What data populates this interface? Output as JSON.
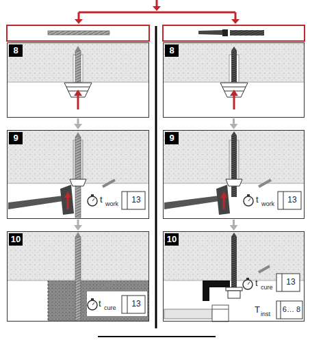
{
  "diagram": {
    "nodes": [
      {
        "text": [
          "8"
        ]
      },
      {
        "text": [
          "8"
        ]
      },
      {
        "text": [
          "9"
        ]
      },
      {
        "text": [
          "9"
        ]
      },
      {
        "text": [
          "10"
        ]
      },
      {
        "text": [
          "10"
        ]
      }
    ],
    "edges": [
      {
        "from": 0,
        "to": 2,
        "arrow": "to"
      },
      {
        "from": 2,
        "to": 4,
        "arrow": "to"
      },
      {
        "from": 1,
        "to": 3,
        "arrow": "to"
      },
      {
        "from": 3,
        "to": 5,
        "arrow": "to"
      }
    ],
    "labels": [
      "t",
      "work",
      "13",
      "t",
      "cure",
      "13",
      "t",
      "work",
      "13",
      "t",
      "cure",
      "13",
      "T",
      "inst",
      "6… 8"
    ]
  }
}
